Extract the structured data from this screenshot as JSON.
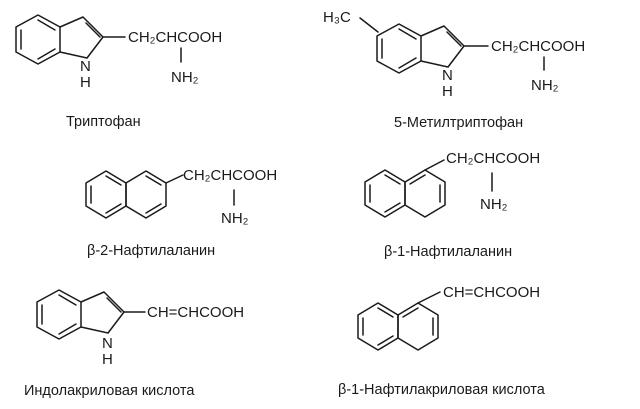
{
  "structures": {
    "tryptophan": {
      "chain": "CH₂CHCOOH",
      "nh": "N",
      "h": "H",
      "amino": "NH₂",
      "caption": "Триптофан"
    },
    "methyltryptophan": {
      "substituent": "H₃C",
      "chain": "CH₂CHCOOH",
      "nh": "N",
      "h": "H",
      "amino": "NH₂",
      "caption": "5-Метилтриптофан"
    },
    "naphthylalanine_2": {
      "chain": "CH₂CHCOOH",
      "amino": "NH₂",
      "caption": "β-2-Нафтилаланин"
    },
    "naphthylalanine_1": {
      "chain": "CH₂CHCOOH",
      "amino": "NH₂",
      "caption": "β-1-Нафтилаланин"
    },
    "indoleacrylic": {
      "chain": "CH=CHCOOH",
      "nh": "N",
      "h": "H",
      "caption": "Индолакриловая кислота"
    },
    "naphthylacrylic": {
      "chain": "CH=CHCOOH",
      "caption": "β-1-Нафтилакриловая кислота"
    }
  }
}
